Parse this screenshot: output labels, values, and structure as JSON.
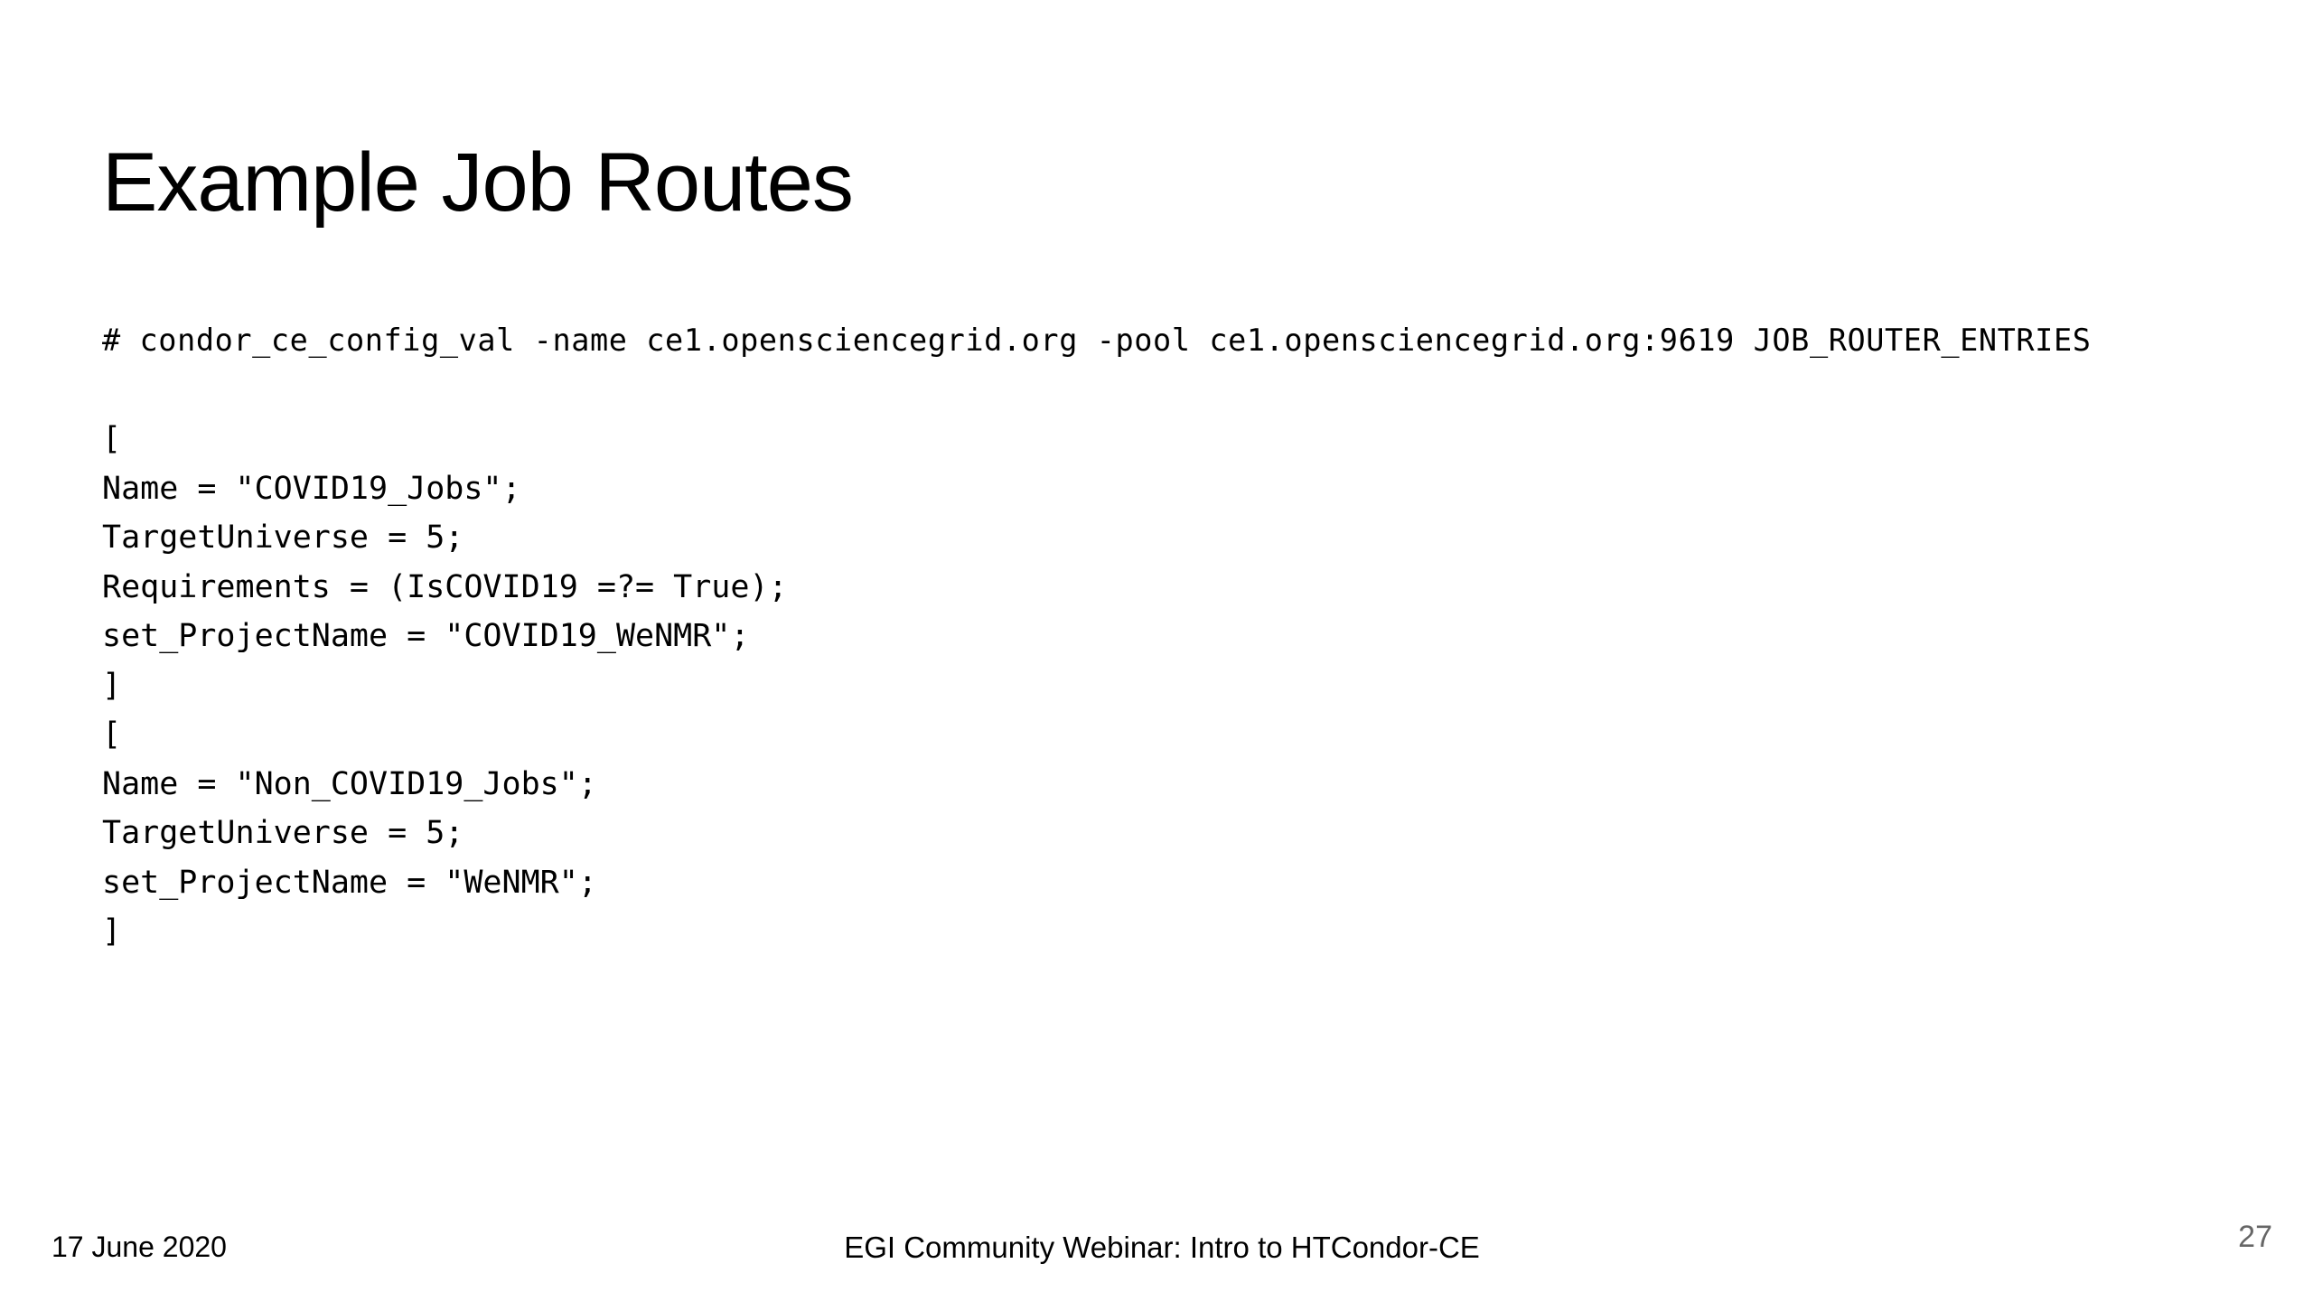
{
  "slide": {
    "title": "Example Job Routes",
    "command": "# condor_ce_config_val -name ce1.opensciencegrid.org -pool ce1.opensciencegrid.org:9619 JOB_ROUTER_ENTRIES",
    "code_lines": [
      "[",
      "Name = \"COVID19_Jobs\";",
      "TargetUniverse = 5;",
      "Requirements = (IsCOVID19 =?= True);",
      "set_ProjectName = \"COVID19_WeNMR\";",
      "]",
      "[",
      "Name = \"Non_COVID19_Jobs\";",
      "TargetUniverse = 5;",
      "set_ProjectName = \"WeNMR\";",
      "]"
    ]
  },
  "footer": {
    "date": "17 June 2020",
    "event": "EGI Community Webinar: Intro to HTCondor-CE",
    "page_number": "27"
  }
}
